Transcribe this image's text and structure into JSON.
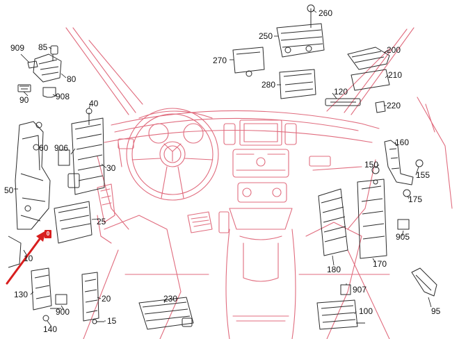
{
  "diagram": {
    "colors": {
      "vehicle_outline": "#e06b7d",
      "component": "#2a2a2a",
      "accent_arrow": "#d81e1e",
      "label": "#111111"
    },
    "marker_label": "0",
    "callouts": [
      {
        "id": "909",
        "text": "909"
      },
      {
        "id": "85",
        "text": "85"
      },
      {
        "id": "80",
        "text": "80"
      },
      {
        "id": "90",
        "text": "90"
      },
      {
        "id": "908",
        "text": "908"
      },
      {
        "id": "40",
        "text": "40"
      },
      {
        "id": "60",
        "text": "60"
      },
      {
        "id": "906",
        "text": "906"
      },
      {
        "id": "30",
        "text": "30"
      },
      {
        "id": "50",
        "text": "50"
      },
      {
        "id": "25",
        "text": "25"
      },
      {
        "id": "10",
        "text": "10"
      },
      {
        "id": "130",
        "text": "130"
      },
      {
        "id": "900",
        "text": "900"
      },
      {
        "id": "140",
        "text": "140"
      },
      {
        "id": "20",
        "text": "20"
      },
      {
        "id": "15",
        "text": "15"
      },
      {
        "id": "230",
        "text": "230"
      },
      {
        "id": "260",
        "text": "260"
      },
      {
        "id": "250",
        "text": "250"
      },
      {
        "id": "270",
        "text": "270"
      },
      {
        "id": "280",
        "text": "280"
      },
      {
        "id": "200",
        "text": "200"
      },
      {
        "id": "210",
        "text": "210"
      },
      {
        "id": "120",
        "text": "120"
      },
      {
        "id": "220",
        "text": "220"
      },
      {
        "id": "160",
        "text": "160"
      },
      {
        "id": "150",
        "text": "150"
      },
      {
        "id": "155",
        "text": "155"
      },
      {
        "id": "175",
        "text": "175"
      },
      {
        "id": "905",
        "text": "905"
      },
      {
        "id": "180",
        "text": "180"
      },
      {
        "id": "170",
        "text": "170"
      },
      {
        "id": "95",
        "text": "95"
      },
      {
        "id": "907",
        "text": "907"
      },
      {
        "id": "100",
        "text": "100"
      }
    ]
  }
}
